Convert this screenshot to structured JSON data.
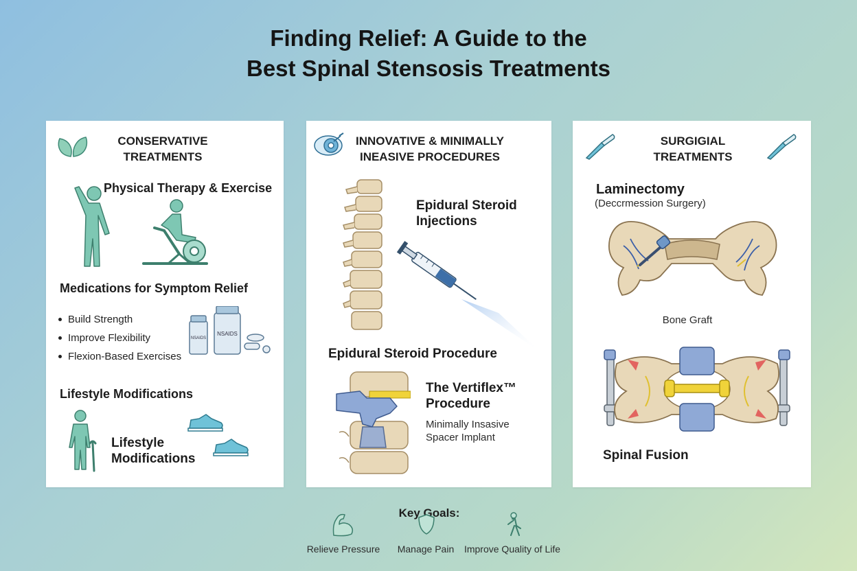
{
  "title": {
    "line1": "Finding Relief: A Guide to the",
    "line2": "Best Spinal Stensosis Treatments"
  },
  "conservative": {
    "header_line1": "CONSERVATIVE",
    "header_line2": "TREATMENTS",
    "pt_heading": "Physical Therapy & Exercise",
    "med_heading": "Medications for Symptom Relief",
    "bullets": [
      "Build Strength",
      "Improve Flexibility",
      "Flexion-Based Exercises"
    ],
    "bottle_label_small": "NSAIDS",
    "bottle_label_large": "NSAIDS",
    "lifestyle_heading": "Lifestyle Modifications",
    "lifestyle_label_line1": "Lifestyle",
    "lifestyle_label_line2": "Modifications"
  },
  "innovative": {
    "header_line1": "INNOVATIVE & MINIMALLY",
    "header_line2": "INEASIVE PROCEDURES",
    "esi_line1": "Epidural Steroid",
    "esi_line2": "Injections",
    "procedure_heading": "Epidural Steroid Procedure",
    "vertiflex_line1": "The Vertiflex™",
    "vertiflex_line2": "Procedure",
    "vertiflex_sub_line1": "Minimally Insasive",
    "vertiflex_sub_line2": "Spacer Implant"
  },
  "surgical": {
    "header_line1": "SURGIGIAL",
    "header_line2": "TREATMENTS",
    "lam_heading": "Laminectomy",
    "lam_sub": "(Deccrmession Surgery)",
    "bone_graft": "Bone Graft",
    "fusion_heading": "Spinal Fusion"
  },
  "goals": {
    "heading": "Key Goals:",
    "items": [
      {
        "label": "Relieve Pressure",
        "icon": "flexed-arm-icon"
      },
      {
        "label": "Manage Pain",
        "icon": "shield-icon"
      },
      {
        "label": "Improve Quality of Life",
        "icon": "walking-person-icon"
      }
    ]
  },
  "colors": {
    "teal": "#6dbfae",
    "bone": "#e8d8b8",
    "implant_blue": "#8fa9d6",
    "accent_yellow": "#f0d33a"
  }
}
